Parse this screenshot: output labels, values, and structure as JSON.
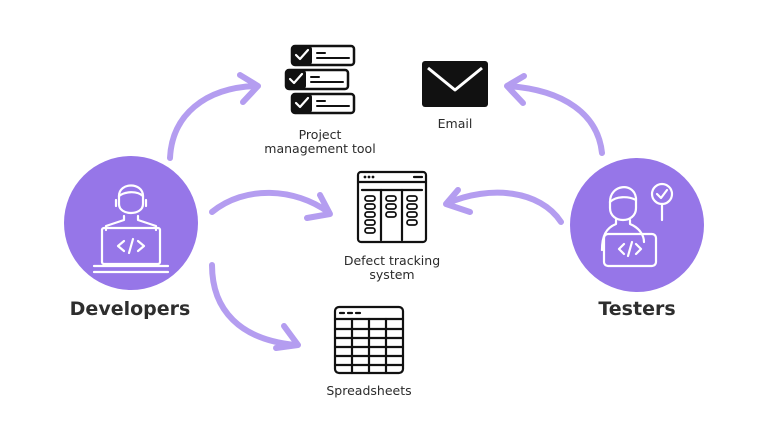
{
  "colors": {
    "accent": "#9676e8",
    "arrow": "#b49df0",
    "icon": "#111111",
    "text": "#2b2b2b"
  },
  "actors": {
    "developers": {
      "label": "Developers",
      "icon": "developer-laptop-icon"
    },
    "testers": {
      "label": "Testers",
      "icon": "tester-magnifier-icon"
    }
  },
  "tools": {
    "project_management": {
      "label_line1": "Project",
      "label_line2": "management tool",
      "icon": "checklist-icon"
    },
    "email": {
      "label": "Email",
      "icon": "envelope-icon"
    },
    "defect_tracking": {
      "label_line1": "Defect tracking",
      "label_line2": "system",
      "icon": "kanban-board-icon"
    },
    "spreadsheets": {
      "label": "Spreadsheets",
      "icon": "spreadsheet-grid-icon"
    }
  },
  "flows": [
    {
      "from": "Developers",
      "to": "Project management tool"
    },
    {
      "from": "Developers",
      "to": "Defect tracking system"
    },
    {
      "from": "Developers",
      "to": "Spreadsheets"
    },
    {
      "from": "Testers",
      "to": "Email"
    },
    {
      "from": "Testers",
      "to": "Defect tracking system"
    }
  ]
}
